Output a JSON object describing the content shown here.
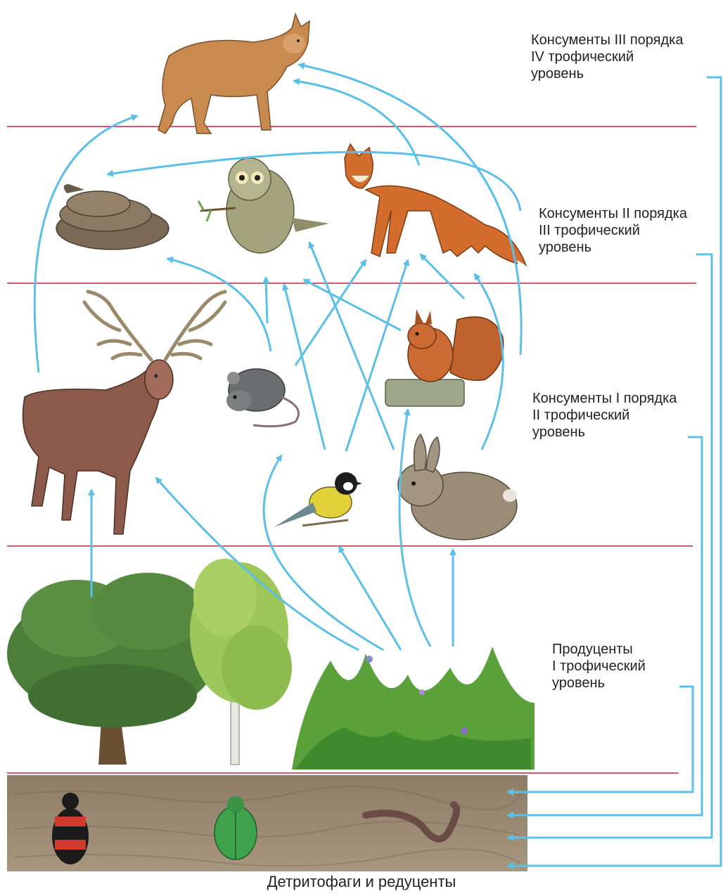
{
  "levels": [
    {
      "line1": "Консументы III порядка",
      "line2": "IV трофический",
      "line3": "уровень"
    },
    {
      "line1": "Консументы II порядка",
      "line2": "III трофический",
      "line3": "уровень"
    },
    {
      "line1": "Консументы I порядка",
      "line2": "II трофический",
      "line3": "уровень"
    },
    {
      "line1": "Продуценты",
      "line2": "I трофический",
      "line3": "уровень"
    }
  ],
  "footer": "Детритофаги и редуценты",
  "colors": {
    "arrow": "#5bbfe6",
    "divider_line": "#c0243e",
    "soil": "#9b8a73"
  },
  "organisms": [
    "lynx-icon",
    "snake-icon",
    "owl-icon",
    "fox-icon",
    "deer-icon",
    "mouse-icon",
    "squirrel-icon",
    "tit-icon",
    "rabbit-icon",
    "oak-tree-icon",
    "birch-tree-icon",
    "grass-icon",
    "beetle-icon",
    "scarab-icon",
    "earthworm-icon"
  ]
}
